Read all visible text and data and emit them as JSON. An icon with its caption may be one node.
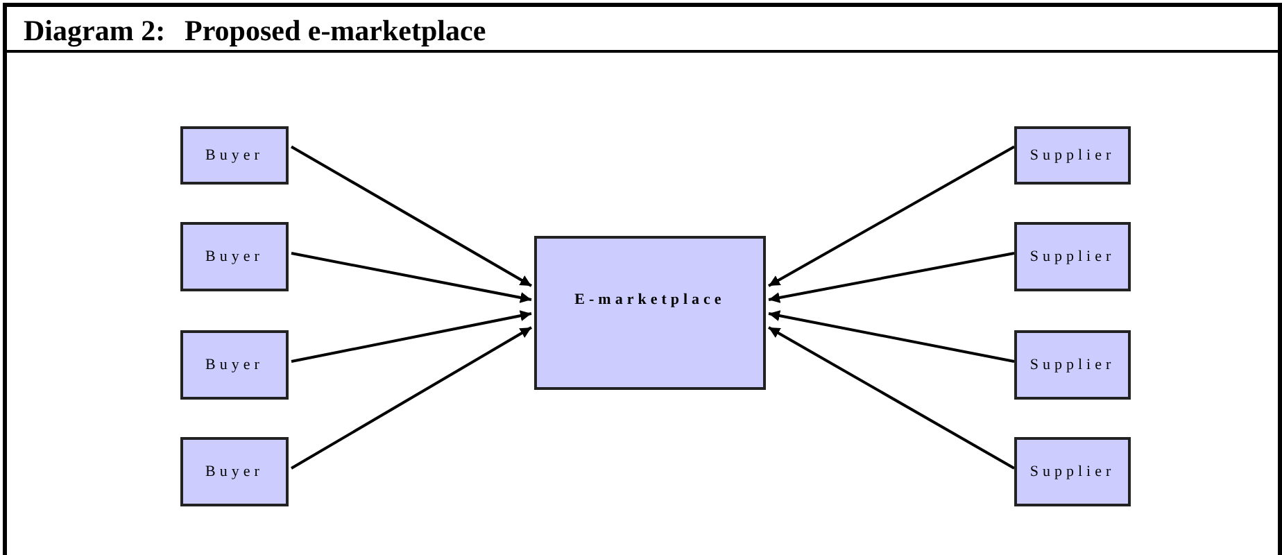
{
  "diagram": {
    "title": "Diagram 2:",
    "nodes": [
      {
        "text": [
          "Buyer"
        ]
      },
      {
        "text": [
          "Buyer"
        ]
      },
      {
        "text": [
          "Buyer"
        ]
      },
      {
        "text": [
          "Buyer"
        ]
      },
      {
        "text": [
          "E-marketplace"
        ]
      },
      {
        "text": [
          "Supplier"
        ]
      },
      {
        "text": [
          "Supplier"
        ]
      },
      {
        "text": [
          "Supplier"
        ]
      },
      {
        "text": [
          "Supplier"
        ]
      }
    ],
    "edges": [
      {
        "from": 0,
        "to": 4,
        "arrow": "to"
      },
      {
        "from": 1,
        "to": 4,
        "arrow": "to"
      },
      {
        "from": 2,
        "to": 4,
        "arrow": "to"
      },
      {
        "from": 3,
        "to": 4,
        "arrow": "to"
      },
      {
        "from": 5,
        "to": 4,
        "arrow": "to"
      },
      {
        "from": 6,
        "to": 4,
        "arrow": "to"
      },
      {
        "from": 7,
        "to": 4,
        "arrow": "to"
      },
      {
        "from": 8,
        "to": 4,
        "arrow": "to"
      }
    ],
    "labels": [
      "Proposed e-marketplace"
    ]
  }
}
